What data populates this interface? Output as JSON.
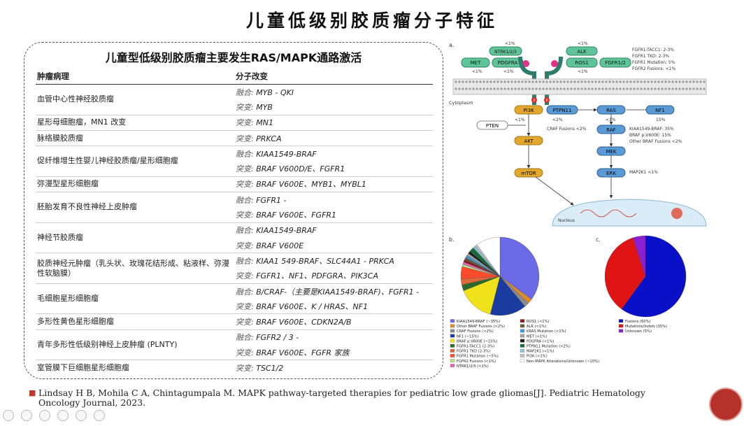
{
  "slide": {
    "title": "儿童低级别胶质瘤分子特征"
  },
  "table": {
    "title": "儿童型低级别胶质瘤主要发生RAS/MAPK通路激活",
    "headers": [
      "肿瘤病理",
      "分子改变"
    ],
    "rows": [
      {
        "pathology": "血管中心性神经胶质瘤",
        "alterations": [
          {
            "type": "融合:",
            "value": "MYB - QKI"
          },
          {
            "type": "突变:",
            "value": "MYB"
          }
        ]
      },
      {
        "pathology": "星形母细胞瘤，MN1 改变",
        "alterations": [
          {
            "type": "突变:",
            "value": "MN1"
          }
        ]
      },
      {
        "pathology": "脉络膜胶质瘤",
        "alterations": [
          {
            "type": "突变:",
            "value": "PRKCA"
          }
        ]
      },
      {
        "pathology": "促纤维增生性婴儿神经胶质瘤/星形细胞瘤",
        "alterations": [
          {
            "type": "融合:",
            "value": "KIAA1549-BRAF"
          },
          {
            "type": "突变:",
            "value": "BRAF V600D/E、FGFR1"
          }
        ]
      },
      {
        "pathology": "弥漫型星形细胞瘤",
        "alterations": [
          {
            "type": "突变:",
            "value": "BRAF V600E、MYB1、MYBL1"
          }
        ]
      },
      {
        "pathology": "胚胎发育不良性神经上皮肿瘤",
        "alterations": [
          {
            "type": "融合:",
            "value": "FGFR1 -"
          },
          {
            "type": "突变:",
            "value": "BRAF V600E、FGFR1"
          }
        ]
      },
      {
        "pathology": "神经节胶质瘤",
        "alterations": [
          {
            "type": "融合:",
            "value": "KIAA1549-BRAF"
          },
          {
            "type": "突变:",
            "value": "BRAF V600E"
          }
        ]
      },
      {
        "pathology": "胶质神经元肿瘤（乳头状、玫瑰花结形成、粘液样、弥漫性软脑膜）",
        "alterations": [
          {
            "type": "融合:",
            "value": "KIAA1 549-BRAF、SLC44A1 - PRKCA"
          },
          {
            "type": "突变:",
            "value": "FGFR1、NF1、PDFGRA、PIK3CA"
          }
        ]
      },
      {
        "pathology": "毛细胞星形细胞瘤",
        "alterations": [
          {
            "type": "融合:",
            "value": "B/CRAF-（主要是KIAA1549-BRAF)、FGFR1 -"
          },
          {
            "type": "突变:",
            "value": "BRAF V600E、K / HRAS、NF1"
          }
        ]
      },
      {
        "pathology": "多形性黄色星形细胞瘤",
        "alterations": [
          {
            "type": "突变:",
            "value": "BRAF V600E、CDKN2A/B"
          }
        ]
      },
      {
        "pathology": "青年多形性低级别神经上皮肿瘤 (PLNTY)",
        "alterations": [
          {
            "type": "融合:",
            "value": "FGFR2 / 3 -"
          },
          {
            "type": "突变:",
            "value": "BRAF V600E、FGFR 家族"
          }
        ]
      },
      {
        "pathology": "室管膜下巨细胞星形细胞瘤",
        "alterations": [
          {
            "type": "突变:",
            "value": "TSC1/2"
          }
        ]
      }
    ]
  },
  "citation": "Lindsay H B, Mohila C A, Chintagumpala M. MAPK pathway-targeted therapies for pediatric low grade gliomas[J]. Pediatric Hematology Oncology Journal, 2023.",
  "figure": {
    "panel_labels": [
      "a.",
      "b.",
      "c."
    ],
    "receptors": [
      {
        "label": "NTRK1/2/3",
        "pct": "<1%"
      },
      {
        "label": "MET",
        "pct": "<1%"
      },
      {
        "label": "PDGFRA",
        "pct": "<1%"
      },
      {
        "label": "ALK",
        "pct": "<1%"
      },
      {
        "label": "ROS1",
        "pct": "<1%"
      },
      {
        "label": "FGFR1/2",
        "pct": ""
      }
    ],
    "fgfr_notes": [
      "FGFR1-TACC1: 2-3%",
      "FGFR1 TKD: 2-3%",
      "FGFR1 Mutation: 5%",
      "FGFR2 Fusions: <1%"
    ],
    "cytoplasm_label": "Cytoplasm",
    "nucleus_label": "Nucleus",
    "nodes": {
      "pi3k": "PI3K",
      "pi3k_pct": "<1%",
      "ptpn11": "PTPN11",
      "ptpn11_pct": "<2%",
      "ras": "RAS",
      "ras_pct": "<1%",
      "nf1": "NF1",
      "nf1_pct": "15%",
      "pten": "PTEN",
      "akt": "AKT",
      "mtor": "mTOR",
      "raf": "RAF",
      "mek": "MEK",
      "erk": "ERK"
    },
    "notes": {
      "craf": "CRAF Fusions <2%",
      "raf": [
        "KIAA1549-BRAF: 35%",
        "BRAF p.V600E: 15%",
        "Other BRAF Fusions <2%"
      ],
      "map2k1": "MAP2K1 <1%"
    },
    "phospho": "P"
  },
  "chart_data": [
    {
      "type": "pie",
      "labels": [
        "KIAA1549-BRAF (~35%)",
        "Other BRAF Fusions (<2%)",
        "CRAF Fusions (<2%)",
        "NF1 (~15%)",
        "BRAF p.V600E (~15%)",
        "FGFR1-TACC1 (2-3%)",
        "FGFR1 TKD (2-3%)",
        "FGFR1 Mutation (~5%)",
        "FGFR2 Fusions (<1%)",
        "NTRK1/2/3 (<1%)",
        "ROS1 (<1%)",
        "ALK (<1%)",
        "KRAS Mutation (<1%)",
        "MET (<1%)",
        "PDGFRA (<1%)",
        "PTPN11 Mutation (<2%)",
        "MAP2K1 (<1%)",
        "PI3K (<1%)",
        "Non-MAPK Alterations/Unknown (~10%)"
      ],
      "values": [
        35,
        2,
        2,
        15,
        15,
        2.5,
        2.5,
        5,
        1,
        1,
        1,
        1,
        1,
        1,
        1,
        2,
        1,
        1,
        10
      ],
      "colors": [
        "#6a6ae6",
        "#e08a2c",
        "#8a8a8a",
        "#1a3ba0",
        "#f0e21a",
        "#2d6a2a",
        "#e0673a",
        "#ff4b2b",
        "#b9e08a",
        "#e06ab8",
        "#8b1a1a",
        "#6b5a3a",
        "#3a9ad9",
        "#a0a0a0",
        "#1e1e1e",
        "#1b6b3a",
        "#8fc0e0",
        "#c0c0c0",
        "#ffffff"
      ]
    },
    {
      "type": "pie",
      "labels": [
        "Fusions (60%)",
        "Mutations/Indels (35%)",
        "Unknown (5%)"
      ],
      "values": [
        60,
        35,
        5
      ],
      "colors": [
        "#0a10c8",
        "#e01414",
        "#8c1fd0"
      ]
    }
  ]
}
